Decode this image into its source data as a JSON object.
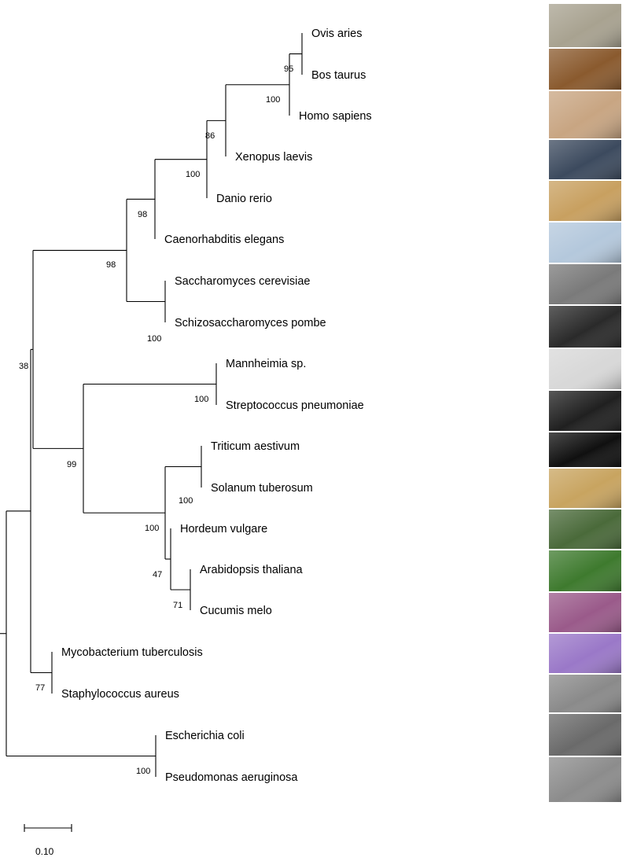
{
  "tree": {
    "taxa": [
      {
        "label": "Ovis aries",
        "photo": "sheep-flock",
        "photo_color": "#a8a290"
      },
      {
        "label": "Bos taurus",
        "photo": "hereford-cow",
        "photo_color": "#8a5a2e"
      },
      {
        "label": "Homo sapiens",
        "photo": "human-head-render",
        "photo_color": "#c8a582"
      },
      {
        "label": "Xenopus laevis",
        "photo": "frog-micrograph",
        "photo_color": "#3c4a5e"
      },
      {
        "label": "Danio rerio",
        "photo": "zebrafish",
        "photo_color": "#c8a060"
      },
      {
        "label": "Caenorhabditis elegans",
        "photo": "nematode-micrograph",
        "photo_color": "#b4c8dc"
      },
      {
        "label": "Saccharomyces cerevisiae",
        "photo": "yeast-sem",
        "photo_color": "#7a7a7a"
      },
      {
        "label": "Schizosaccharomyces pombe",
        "photo": "petri-dish",
        "photo_color": "#2a2a2a"
      },
      {
        "label": "Mannheimia sp.",
        "photo": "bacteria-tem",
        "photo_color": "#d8d8d8"
      },
      {
        "label": "Streptococcus pneumoniae",
        "photo": "bacteria-sem-panels",
        "photo_color": "#202020"
      },
      {
        "label": "Triticum aestivum",
        "photo": "wheat-seedlings",
        "photo_color": "#101010"
      },
      {
        "label": "Solanum tuberosum",
        "photo": "potatoes",
        "photo_color": "#c8a460"
      },
      {
        "label": "Hordeum vulgare",
        "photo": "barley-plants",
        "photo_color": "#4a6a3a"
      },
      {
        "label": "Arabidopsis thaliana",
        "photo": "arabidopsis-rosettes",
        "photo_color": "#3e7a2e"
      },
      {
        "label": "Cucumis melo",
        "photo": "melon",
        "photo_color": "#9a5a8a"
      },
      {
        "label": "Mycobacterium tuberculosis",
        "photo": "stained-tissue",
        "photo_color": "#9a78c8"
      },
      {
        "label": "Staphylococcus aureus",
        "photo": "bacteria-sem",
        "photo_color": "#8a8a8a"
      },
      {
        "label": "Escherichia coli",
        "photo": "ecoli-sem",
        "photo_color": "#6a6a6a"
      },
      {
        "label": "Pseudomonas aeruginosa",
        "photo": "pseudomonas-tem",
        "photo_color": "#8c8c8c"
      }
    ],
    "bootstrap": [
      "95",
      "100",
      "86",
      "100",
      "98",
      "100",
      "98",
      "38",
      "100",
      "99",
      "100",
      "100",
      "47",
      "71",
      "77",
      "100"
    ],
    "scale_bar": {
      "value": 0.1,
      "label": "0.10"
    }
  }
}
